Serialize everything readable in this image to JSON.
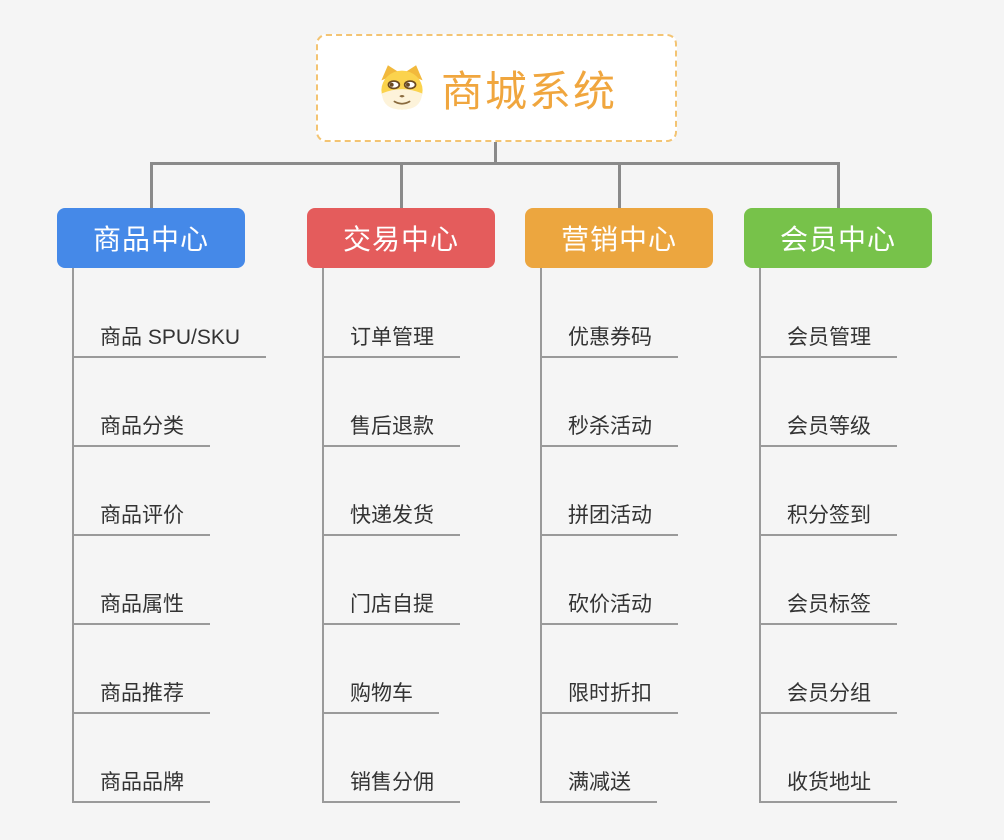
{
  "page": {
    "background_color": "#f5f5f5",
    "connector_color": "#8a8a8a"
  },
  "root": {
    "label": "商城系统",
    "icon": "dog-face-icon",
    "text_color": "#f0a63e",
    "border_color": "#f3c473"
  },
  "branches": [
    {
      "label": "商品中心",
      "color": "#4589e8",
      "items": [
        "商品 SPU/SKU",
        "商品分类",
        "商品评价",
        "商品属性",
        "商品推荐",
        "商品品牌"
      ]
    },
    {
      "label": "交易中心",
      "color": "#e45c5c",
      "items": [
        "订单管理",
        "售后退款",
        "快递发货",
        "门店自提",
        "购物车",
        "销售分佣"
      ]
    },
    {
      "label": "营销中心",
      "color": "#eca63f",
      "items": [
        "优惠券码",
        "秒杀活动",
        "拼团活动",
        "砍价活动",
        "限时折扣",
        "满减送"
      ]
    },
    {
      "label": "会员中心",
      "color": "#77c24a",
      "items": [
        "会员管理",
        "会员等级",
        "积分签到",
        "会员标签",
        "会员分组",
        "收货地址"
      ]
    }
  ]
}
